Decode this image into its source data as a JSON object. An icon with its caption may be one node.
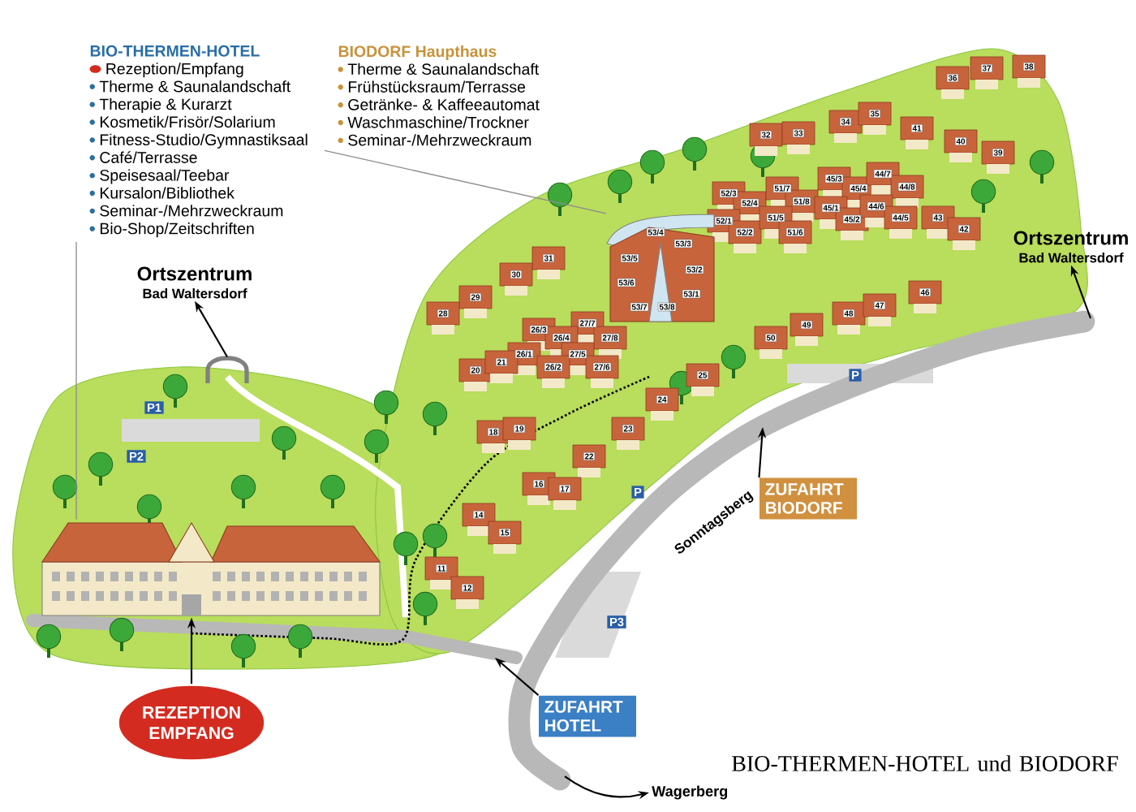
{
  "diagram": {
    "nodes": [
      {
        "text": [
          "BIO-THERMEN-HOTEL",
          "Rezeption/Empfang",
          "Therme & Saunalandschaft",
          "Therapie & Kurarzt",
          "Kosmetik/Frisör/Solarium",
          "Fitness-Studio/Gymnastiksaal",
          "Café/Terrasse",
          "Speisesaal/Teebar",
          "Kursalon/Bibliothek",
          "Seminar-/Mehrzweckraum",
          "Bio-Shop/Zeitschriften"
        ]
      },
      {
        "text": [
          "BIODORF Haupthaus",
          "Therme & Saunalandschaft",
          "Frühstücksraum/Terrasse",
          "Getränke- & Kaffeeautomat",
          "Waschmaschine/Trockner",
          "Seminar-/Mehrzweckraum"
        ]
      },
      {
        "text": [
          "Ortszentrum",
          "Bad Waltersdorf"
        ]
      },
      {
        "text": [
          "Ortszentrum",
          "Bad Waltersdorf"
        ]
      },
      {
        "text": [],
        "shape": "picture"
      },
      {
        "text": [],
        "shape": "picture"
      },
      {
        "text": [
          "REZEPTION EMPFANG"
        ]
      },
      {
        "text": [
          "ZUFAHRT HOTEL"
        ]
      },
      {
        "text": [
          "ZUFAHRT BIODORF"
        ]
      },
      {
        "text": [
          "Wagerberg"
        ]
      },
      {
        "text": [],
        "shape": "arch"
      }
    ],
    "edges": [
      {
        "from": 0,
        "to": 4,
        "arrow": "none",
        "color": "#8c8c8c"
      },
      {
        "from": 1,
        "to": 5,
        "arrow": "none",
        "color": "#8c8c8c"
      },
      {
        "from": 10,
        "to": 2,
        "arrow": "to"
      },
      {
        "from": null,
        "to": 3,
        "arrow": "to"
      },
      {
        "from": 6,
        "to": 4,
        "arrow": "to"
      },
      {
        "from": 7,
        "to": null,
        "arrow": "to"
      },
      {
        "from": 8,
        "to": null,
        "arrow": "to"
      },
      {
        "from": null,
        "to": 9,
        "arrow": "to"
      }
    ],
    "labels": [
      "36",
      "37",
      "38",
      "32",
      "33",
      "34",
      "35",
      "41",
      "40",
      "39",
      "52/3",
      "52/4",
      "51/7",
      "51/8",
      "45/3",
      "45/4",
      "44/7",
      "44/8",
      "53/4",
      "52/1",
      "52/2",
      "51/5",
      "51/6",
      "45/1",
      "45/2",
      "44/6",
      "44/5",
      "43",
      "42",
      "53/3",
      "31",
      "53/5",
      "30",
      "53/2",
      "53/6",
      "29",
      "53/1",
      "46",
      "28",
      "53/7",
      "53/8",
      "48",
      "47",
      "26/3",
      "27/7",
      "49",
      "26/4",
      "27/8",
      "50",
      "26/1",
      "27/5",
      "20",
      "21",
      "26/2",
      "27/6",
      "25",
      "24",
      "18",
      "19",
      "23",
      "22",
      "16",
      "17",
      "14",
      "15",
      "11",
      "12",
      "P1",
      "P2",
      "P",
      "P",
      "Sonntagsberg",
      "P3",
      "BIO-THERMEN-HOTEL und BIODORF"
    ]
  }
}
